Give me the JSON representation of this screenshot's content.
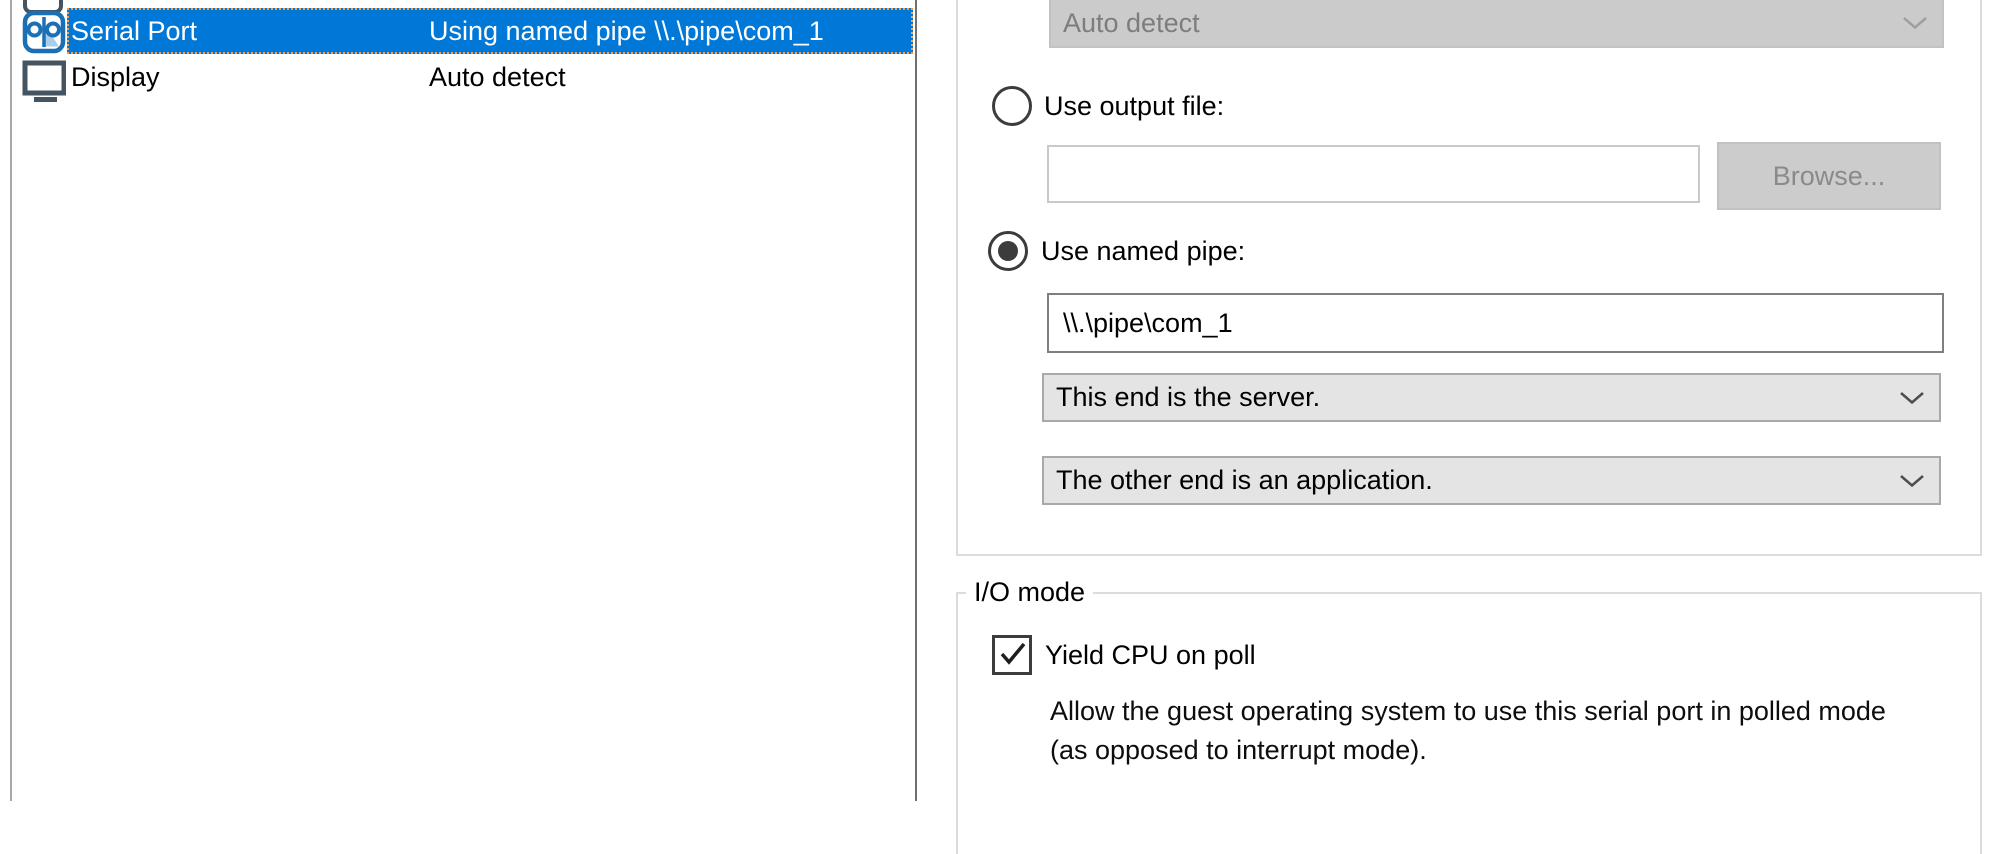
{
  "colors": {
    "selection_blue": "#0078d7",
    "focus_dots_orange": "#ff9d45",
    "icon_blue": "#1b6fb5",
    "icon_blue_light": "#abcde9",
    "icon_slate": "#445561",
    "disabled_gray": "#cbcbcb",
    "combo_gray": "#e4e4e4",
    "groupbox_border": "#dcdcdc"
  },
  "device_list": {
    "rows": [
      {
        "device": "Serial Port",
        "summary": "Using named pipe \\\\.\\pipe\\com_1",
        "state": "selected",
        "icon": "serial-port-icon"
      },
      {
        "device": "Display",
        "summary": "Auto detect",
        "state": "normal",
        "icon": "display-icon"
      }
    ]
  },
  "connection_panel": {
    "device_select": {
      "value": "Auto detect",
      "enabled": false
    },
    "radio_output_file": {
      "label": "Use output file:",
      "checked": false
    },
    "output_file_input": {
      "value": ""
    },
    "browse_button": {
      "label": "Browse...",
      "enabled": false
    },
    "radio_named_pipe": {
      "label": "Use named pipe:",
      "checked": true
    },
    "pipe_input": {
      "value": "\\\\.\\pipe\\com_1"
    },
    "near_end_select": {
      "value": "This end is the server."
    },
    "far_end_select": {
      "value": "The other end is an application."
    }
  },
  "io_mode_panel": {
    "title": "I/O mode",
    "checkbox_yield_cpu": {
      "label": "Yield CPU on poll",
      "checked": true
    },
    "description": "Allow the guest operating system to use this serial port in polled mode (as opposed to interrupt mode)."
  }
}
